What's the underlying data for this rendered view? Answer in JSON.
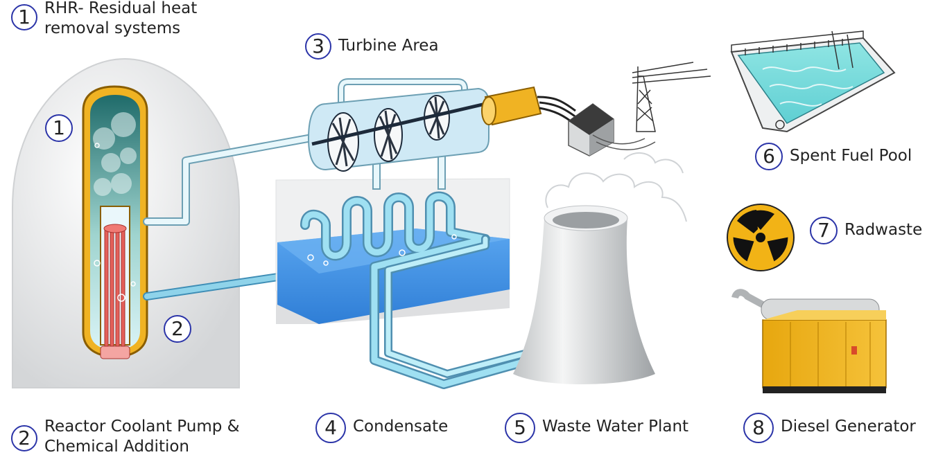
{
  "labels": {
    "rhr": {
      "num": "1",
      "line1": "RHR- Residual heat",
      "line2": "removal systems"
    },
    "coolant": {
      "num": "2",
      "line1": "Reactor Coolant Pump &",
      "line2": "Chemical Addition"
    },
    "turbine": {
      "num": "3",
      "text": "Turbine Area"
    },
    "condensate": {
      "num": "4",
      "text": "Condensate"
    },
    "waste_water": {
      "num": "5",
      "text": "Waste Water Plant"
    },
    "spent_fuel": {
      "num": "6",
      "text": "Spent Fuel Pool"
    },
    "radwaste": {
      "num": "7",
      "text": "Radwaste"
    },
    "diesel": {
      "num": "8",
      "text": "Diesel Generator"
    }
  },
  "markers": {
    "reactor_vessel": "1",
    "coolant_line": "2"
  },
  "colors": {
    "badge_outline": "#2b34a8",
    "water": "#3f8fe0",
    "pipe": "#8fd3ea",
    "vessel_shell": "#f0b323",
    "fuel_rods": "#e4605a",
    "generator_body": "#f0b323",
    "radiation_symbol": "#f2b316"
  }
}
